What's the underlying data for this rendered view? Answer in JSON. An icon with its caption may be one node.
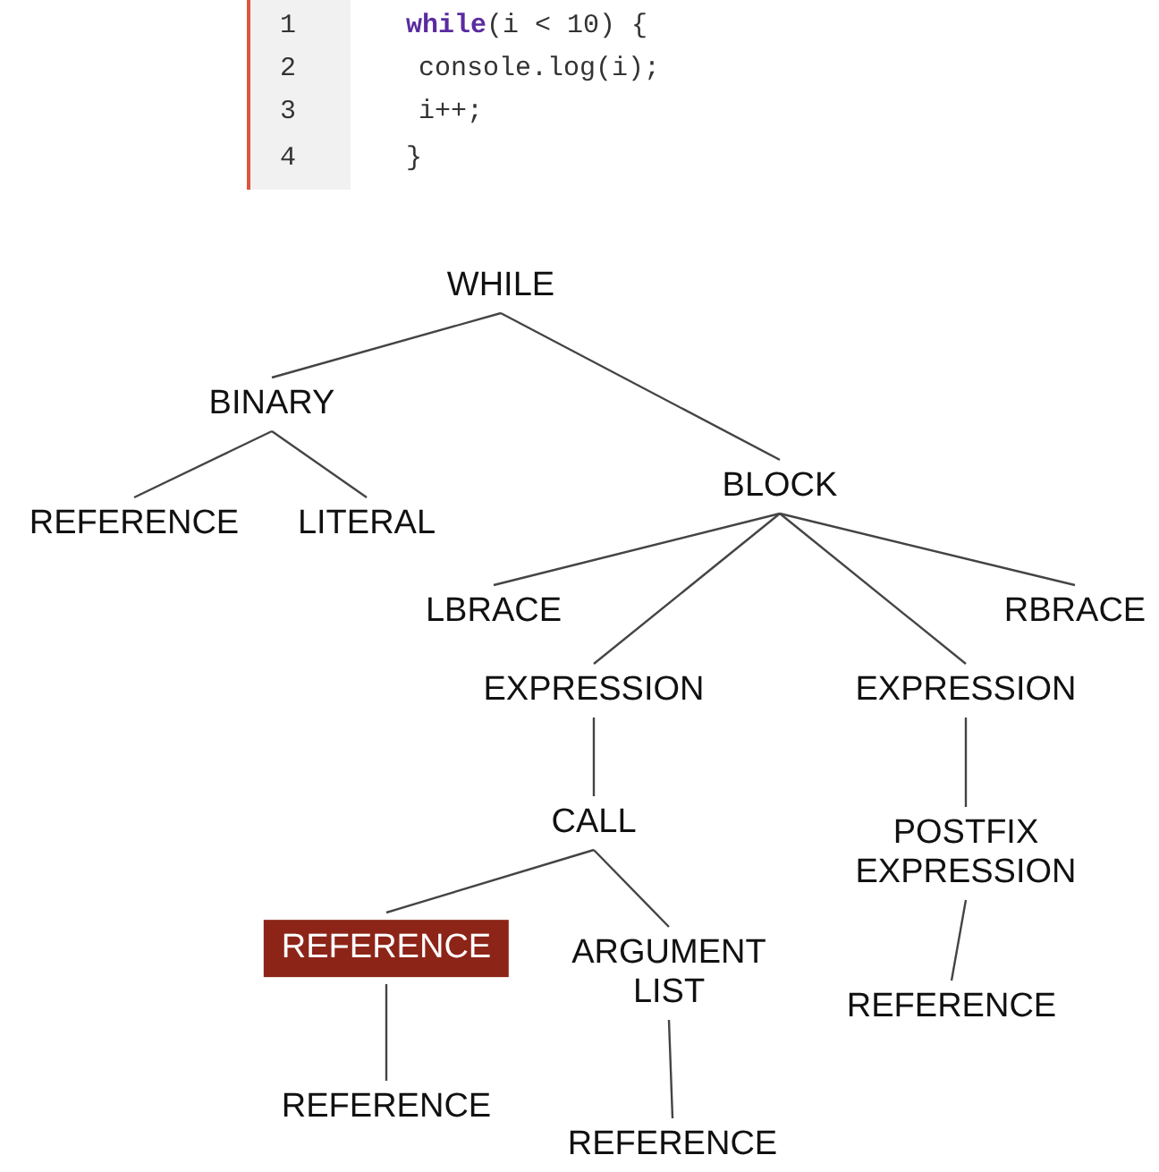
{
  "diagram": {
    "nodes": [
      {
        "text": [
          "WHILE"
        ]
      },
      {
        "text": [
          "BINARY"
        ]
      },
      {
        "text": [
          "REFERENCE"
        ]
      },
      {
        "text": [
          "LITERAL"
        ]
      },
      {
        "text": [
          "BLOCK"
        ]
      },
      {
        "text": [
          "LBRACE"
        ]
      },
      {
        "text": [
          "EXPRESSION"
        ]
      },
      {
        "text": [
          "EXPRESSION"
        ]
      },
      {
        "text": [
          "RBRACE"
        ]
      },
      {
        "text": [
          "CALL"
        ]
      },
      {
        "text": [
          "POSTFIX EXPRESSION"
        ]
      },
      {
        "text": [
          "REFERENCE"
        ]
      },
      {
        "text": [
          "ARGUMENT LIST"
        ]
      },
      {
        "text": [
          "REFERENCE"
        ]
      },
      {
        "text": [
          "REFERENCE"
        ]
      },
      {
        "text": [
          "REFERENCE"
        ]
      }
    ],
    "edges": [
      {
        "from": 0,
        "to": 1,
        "arrow": "none"
      },
      {
        "from": 0,
        "to": 4,
        "arrow": "none"
      },
      {
        "from": 1,
        "to": 2,
        "arrow": "none"
      },
      {
        "from": 1,
        "to": 3,
        "arrow": "none"
      },
      {
        "from": 4,
        "to": 5,
        "arrow": "none"
      },
      {
        "from": 4,
        "to": 6,
        "arrow": "none"
      },
      {
        "from": 4,
        "to": 7,
        "arrow": "none"
      },
      {
        "from": 4,
        "to": 8,
        "arrow": "none"
      },
      {
        "from": 6,
        "to": 9,
        "arrow": "none"
      },
      {
        "from": 7,
        "to": 10,
        "arrow": "none"
      },
      {
        "from": 9,
        "to": 11,
        "arrow": "none"
      },
      {
        "from": 9,
        "to": 12,
        "arrow": "none"
      },
      {
        "from": 10,
        "to": 13,
        "arrow": "none"
      },
      {
        "from": 11,
        "to": 14,
        "arrow": "none"
      },
      {
        "from": 12,
        "to": 15,
        "arrow": "none"
      }
    ],
    "labels": [
      "1",
      "**while**(i < 10) {",
      "2",
      "console.log(i);",
      "3",
      "i++;",
      "4",
      "}"
    ]
  }
}
